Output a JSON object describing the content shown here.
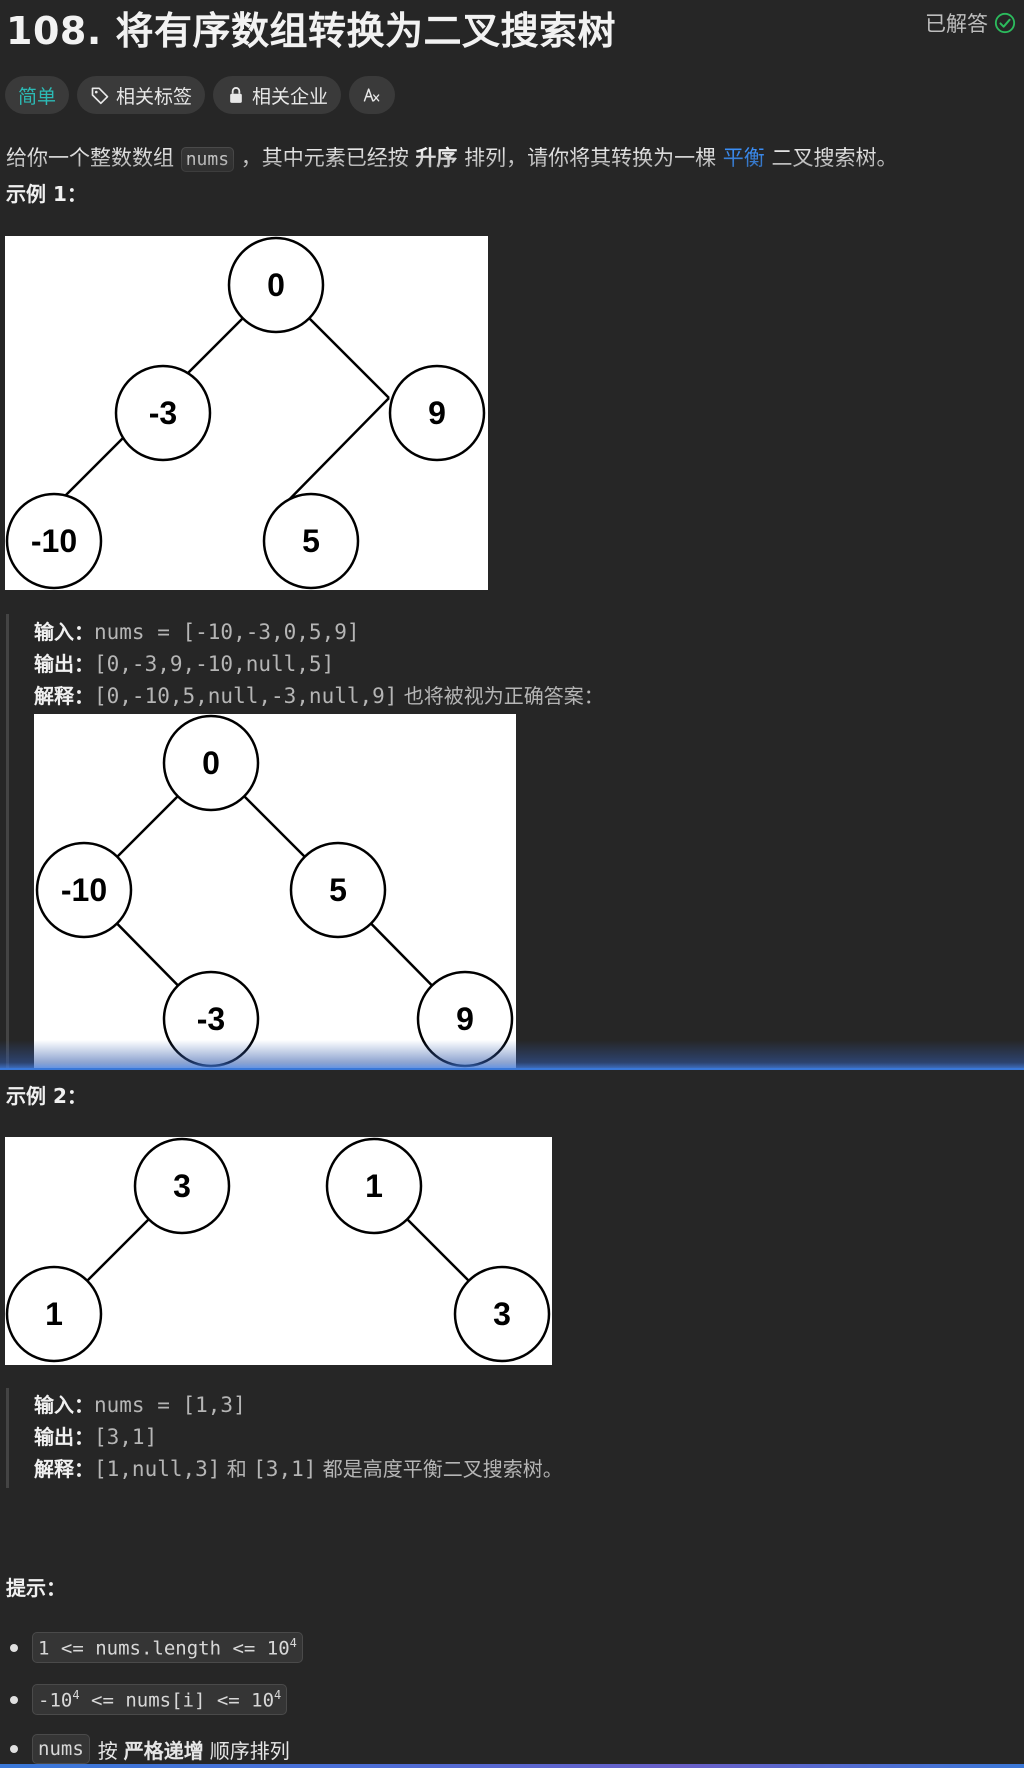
{
  "header": {
    "title": "108. 将有序数组转换为二叉搜索树",
    "status": "已解答"
  },
  "chips": {
    "difficulty": "简单",
    "topics": "相关标签",
    "companies": "相关企业"
  },
  "description": {
    "p1": "给你一个整数数组",
    "nums": "nums",
    "p2": "，其中元素已经按",
    "bold1": "升序",
    "p3": "排列，请你将其转换为一棵",
    "link": "平衡",
    "p4": "二叉搜索树。"
  },
  "example1": {
    "heading": "示例 1：",
    "tree_nodes": [
      "0",
      "-3",
      "9",
      "-10",
      "5"
    ],
    "input_label": "输入：",
    "input_value": "nums = [-10,-3,0,5,9]",
    "output_label": "输出：",
    "output_value": "[0,-3,9,-10,null,5]",
    "explain_label": "解释：",
    "explain_value": "[0,-10,5,null,-3,null,9]",
    "explain_text": "也将被视为正确答案：",
    "alt_tree_nodes": [
      "0",
      "-10",
      "5",
      "-3",
      "9"
    ]
  },
  "example2": {
    "heading": "示例 2：",
    "tree_a_nodes": [
      "3",
      "1"
    ],
    "tree_b_nodes": [
      "1",
      "3"
    ],
    "input_label": "输入：",
    "input_value": "nums = [1,3]",
    "output_label": "输出：",
    "output_value": "[3,1]",
    "explain_label": "解释：",
    "explain_v1": "[1,null,3]",
    "explain_and": "和",
    "explain_v2": "[3,1]",
    "explain_text": "都是高度平衡二叉搜索树。"
  },
  "tips": {
    "heading": "提示：",
    "t1": "1 <= nums.length <= 10",
    "t1_sup": "4",
    "t2_pre": "-10",
    "t2_sup1": "4",
    "t2_mid": " <= nums[i] <= 10",
    "t2_sup2": "4",
    "t3_code": "nums",
    "t3_p1": "按",
    "t3_bold": "严格递增",
    "t3_p2": "顺序排列"
  },
  "colors": {
    "background": "#262626",
    "easy": "#2cbbb6",
    "link": "#3b8ef5",
    "solved_check": "#2cbb5d"
  }
}
